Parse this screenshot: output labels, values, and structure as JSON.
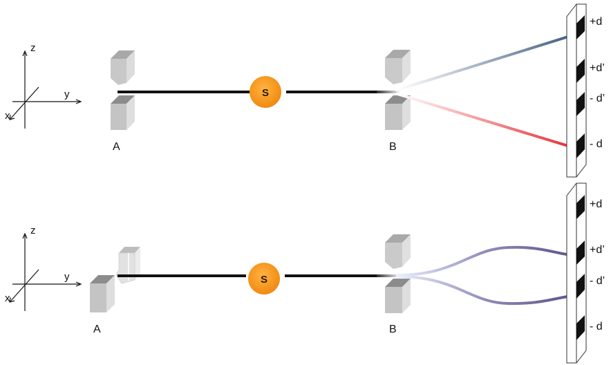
{
  "panels": [
    {
      "id": "top",
      "axes": {
        "z": "z",
        "y": "y",
        "x": "x"
      },
      "source": "S",
      "magnet_a": "A",
      "magnet_b": "B",
      "detector_labels": {
        "plus_d": "+d",
        "plus_d_prime": "+d’",
        "minus_d_prime": "- d’",
        "minus_d": "- d"
      }
    },
    {
      "id": "bottom",
      "axes": {
        "z": "z",
        "y": "y",
        "x": "x"
      },
      "source": "S",
      "magnet_a": "A",
      "magnet_b": "B",
      "detector_labels": {
        "plus_d": "+d",
        "plus_d_prime": "+d’",
        "minus_d_prime": "- d’",
        "minus_d": "- d"
      }
    }
  ],
  "colors": {
    "beam": "#111111",
    "source_fill": "#f7941d",
    "spin_up": "#3d5a80",
    "spin_down": "#e8262b",
    "curved": "#5a5287"
  }
}
